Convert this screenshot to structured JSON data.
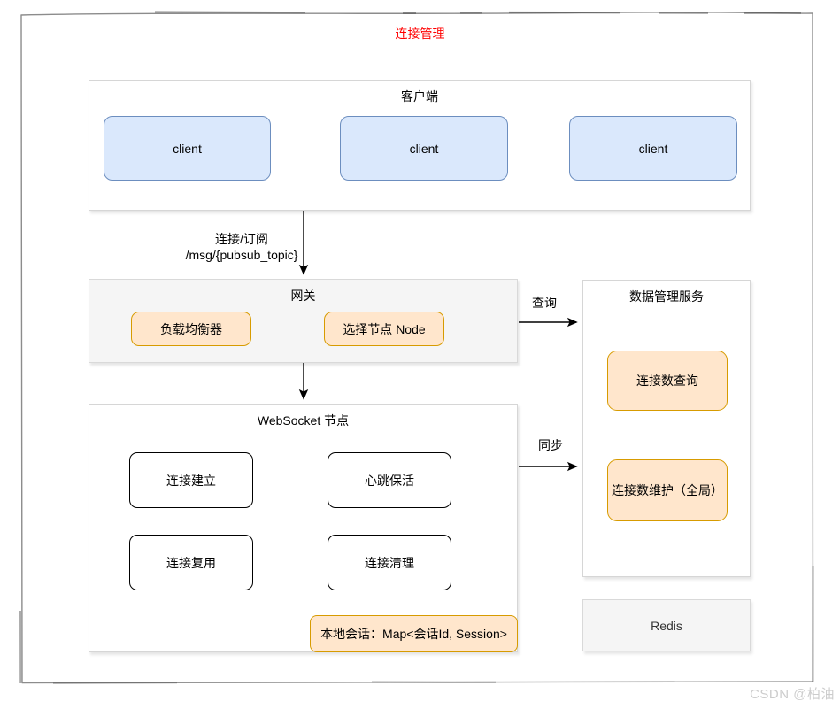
{
  "diagram": {
    "title": "连接管理",
    "watermark": "CSDN @柏油"
  },
  "client_group": {
    "title": "客户端",
    "clients": [
      {
        "label": "client"
      },
      {
        "label": "client"
      },
      {
        "label": "client"
      }
    ]
  },
  "gateway": {
    "title": "网关",
    "load_balancer": "负载均衡器",
    "select_node": "选择节点 Node"
  },
  "websocket_node": {
    "title": "WebSocket 节点",
    "connect_establish": "连接建立",
    "heartbeat_keepalive": "心跳保活",
    "connect_reuse": "连接复用",
    "connect_cleanup": "连接清理",
    "local_session": "本地会话：Map<会话Id, Session>"
  },
  "data_service": {
    "title": "数据管理服务",
    "conn_count_query": "连接数查询",
    "conn_count_maintain": "连接数维护（全局）"
  },
  "redis": {
    "label": "Redis"
  },
  "edges": {
    "connect_subscribe_line1": "连接/订阅",
    "connect_subscribe_line2": "/msg/{pubsub_topic}",
    "query": "查询",
    "sync": "同步"
  },
  "colors": {
    "title_red": "#ff0000",
    "client_fill": "#dae8fc",
    "client_border": "#6c8ebf",
    "accent_fill": "#ffe6cc",
    "accent_border": "#d79b00",
    "panel_fill": "#f5f5f5",
    "arrow": "#000000",
    "frame": "#8c8c8c"
  }
}
